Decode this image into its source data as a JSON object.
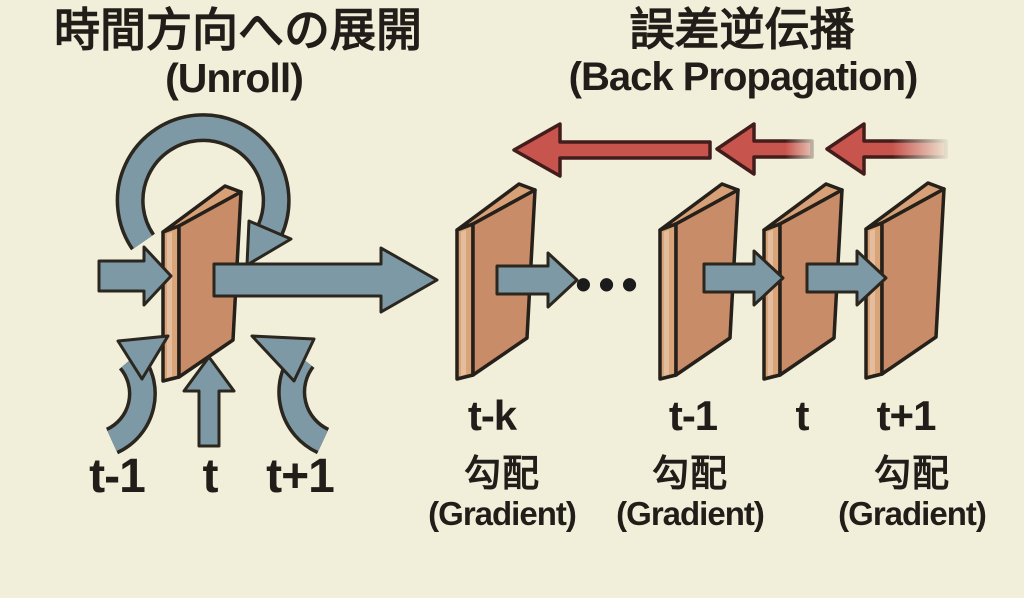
{
  "colors": {
    "bg": "#f1eeda",
    "text": "#211e1a",
    "arrow_blue": "#7e99a6",
    "arrow_red": "#c8544e",
    "outline": "#2b261e",
    "outline_red": "#431d1b",
    "panel_front": "#c98c68",
    "panel_side": "#d9a478",
    "panel_top": "#d7a077",
    "panel_outline": "#26201a",
    "dots": "#1b1b1b"
  },
  "unroll": {
    "title_ja": "時間方向への展開",
    "title_en": "(Unroll)",
    "time_labels": [
      "t-1",
      "t",
      "t+1"
    ]
  },
  "backprop": {
    "title_ja": "誤差逆伝播",
    "title_en": "(Back Propagation)",
    "ellipsis": "•••",
    "time_labels": [
      "t-k",
      "t-1",
      "t",
      "t+1"
    ],
    "gradient_labels": [
      {
        "ja": "勾配",
        "en": "(Gradient)"
      },
      {
        "ja": "勾配",
        "en": "(Gradient)"
      },
      {
        "ja": "勾配",
        "en": "(Gradient)"
      }
    ]
  }
}
